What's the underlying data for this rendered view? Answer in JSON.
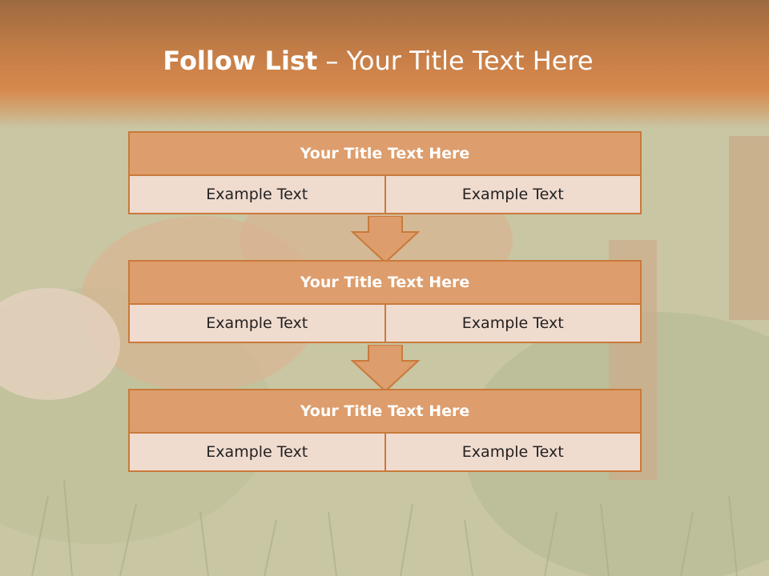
{
  "slide": {
    "title_bold": "Follow List",
    "title_rest": "– Your Title Text Here"
  },
  "steps": [
    {
      "title": "Your Title Text Here",
      "left": "Example Text",
      "right": "Example Text"
    },
    {
      "title": "Your Title Text Here",
      "left": "Example Text",
      "right": "Example Text"
    },
    {
      "title": "Your Title Text Here",
      "left": "Example Text",
      "right": "Example Text"
    }
  ],
  "colors": {
    "header_band": "#c47d47",
    "block_title_fill": "#dd9d6c",
    "block_border": "#c97a3a",
    "cell_fill": "#f0dbcf",
    "arrow_fill": "#dd9d6c"
  }
}
